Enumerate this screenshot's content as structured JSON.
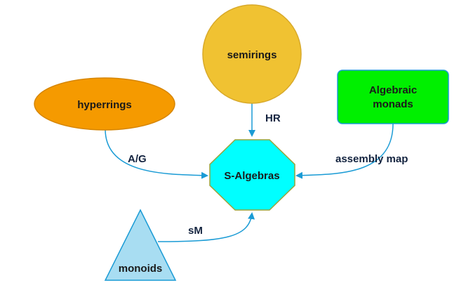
{
  "nodes": {
    "semirings": {
      "label": "semirings",
      "color": "#F0C232"
    },
    "hyperrings": {
      "label": "hyperrings",
      "color": "#F59A00"
    },
    "algebraic_monads": {
      "label_line1": "Algebraic",
      "label_line2": "monads",
      "color": "#00F000"
    },
    "s_algebras": {
      "label": "S-Algebras",
      "color": "#00FFFF"
    },
    "monoids": {
      "label": "monoids",
      "color": "#A8DDF2"
    }
  },
  "edges": {
    "semirings_to_salgebras": {
      "label": "HR"
    },
    "hyperrings_to_salgebras": {
      "label": "A/G"
    },
    "monads_to_salgebras": {
      "label": "assembly map"
    },
    "monoids_to_salgebras": {
      "label": "sM"
    }
  },
  "edge_color": "#1A9BD5"
}
